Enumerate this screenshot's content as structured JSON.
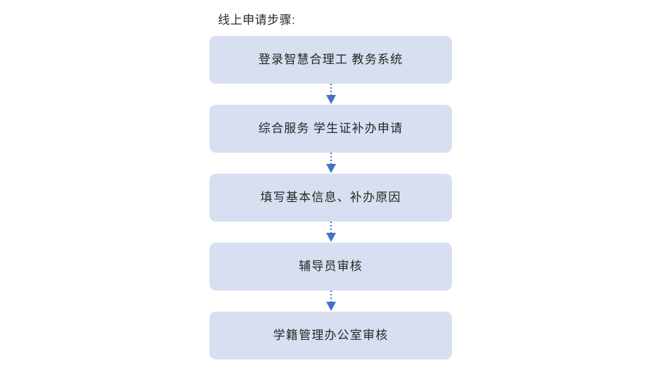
{
  "document": {
    "background_color": "#ffffff",
    "title": "线上申请步骤:"
  },
  "theme": {
    "box_fill": "#d7dff0",
    "box_text_color": "#262626",
    "connector_color": "#4472c4",
    "title_color": "#2b2b2b"
  },
  "flow": {
    "orientation": "vertical",
    "connector_style": "dotted-line-with-solid-arrowhead",
    "steps": [
      {
        "index": 1,
        "label": "登录智慧合理工  教务系统"
      },
      {
        "index": 2,
        "label": "综合服务  学生证补办申请"
      },
      {
        "index": 3,
        "label": "填写基本信息、补办原因"
      },
      {
        "index": 4,
        "label": "辅导员审核"
      },
      {
        "index": 5,
        "label": "学籍管理办公室审核"
      }
    ]
  }
}
